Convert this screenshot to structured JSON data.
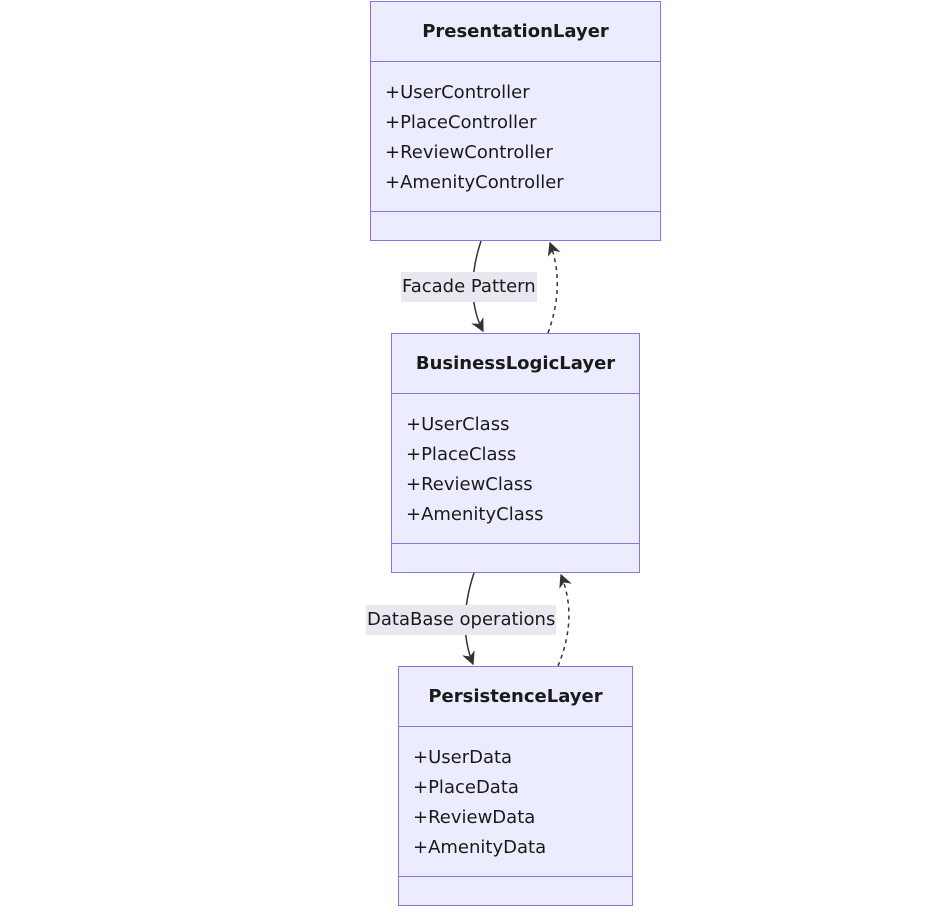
{
  "classes": [
    {
      "name": "PresentationLayer",
      "attributes": [
        "+UserController",
        "+PlaceController",
        "+ReviewController",
        "+AmenityController"
      ]
    },
    {
      "name": "BusinessLogicLayer",
      "attributes": [
        "+UserClass",
        "+PlaceClass",
        "+ReviewClass",
        "+AmenityClass"
      ]
    },
    {
      "name": "PersistenceLayer",
      "attributes": [
        "+UserData",
        "+PlaceData",
        "+ReviewData",
        "+AmenityData"
      ]
    }
  ],
  "relations": [
    {
      "label": "Facade Pattern"
    },
    {
      "label": "DataBase operations"
    }
  ],
  "colors": {
    "node_fill": "#ececff",
    "node_border": "#9370db",
    "edge": "#333333",
    "label_bg": "#e8e8f0"
  }
}
